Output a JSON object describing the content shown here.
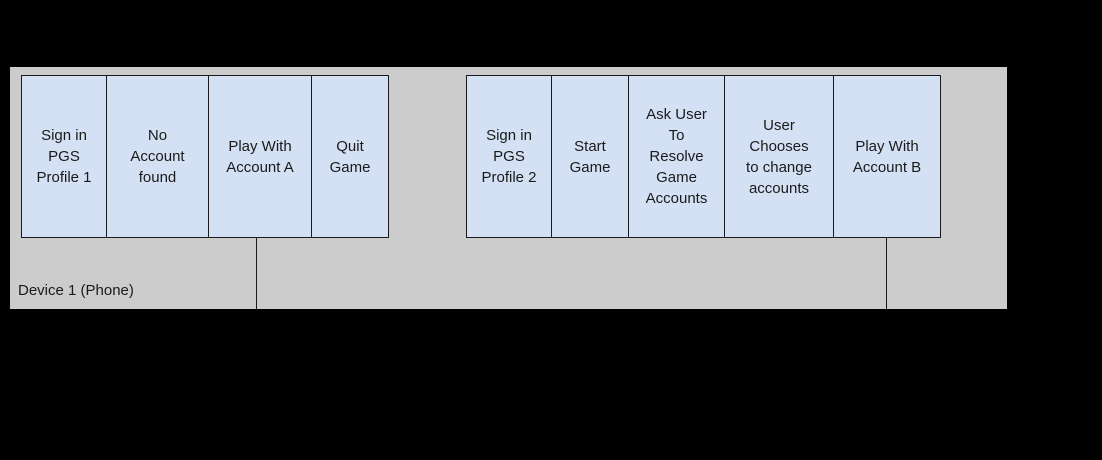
{
  "diagram": {
    "type": "swimlane-sequence",
    "background_color": "#000000",
    "lane": {
      "label": "Device 1 (Phone)",
      "fill_color": "#cccccc"
    },
    "box_style": {
      "fill_color": "#d4e1f5",
      "border_color": "#1a1a1a",
      "text_color": "#1a1a1a"
    },
    "groups": [
      {
        "id": "group-1",
        "steps": [
          {
            "label": "Sign in\nPGS\nProfile 1"
          },
          {
            "label": "No\nAccount\nfound"
          },
          {
            "label": "Play With\nAccount A"
          },
          {
            "label": "Quit\nGame"
          }
        ]
      },
      {
        "id": "group-2",
        "steps": [
          {
            "label": "Sign in\nPGS\nProfile 2"
          },
          {
            "label": "Start\nGame"
          },
          {
            "label": "Ask User\nTo\nResolve\nGame\nAccounts"
          },
          {
            "label": "User\nChooses\nto change\naccounts"
          },
          {
            "label": "Play With\nAccount B"
          }
        ]
      }
    ]
  }
}
